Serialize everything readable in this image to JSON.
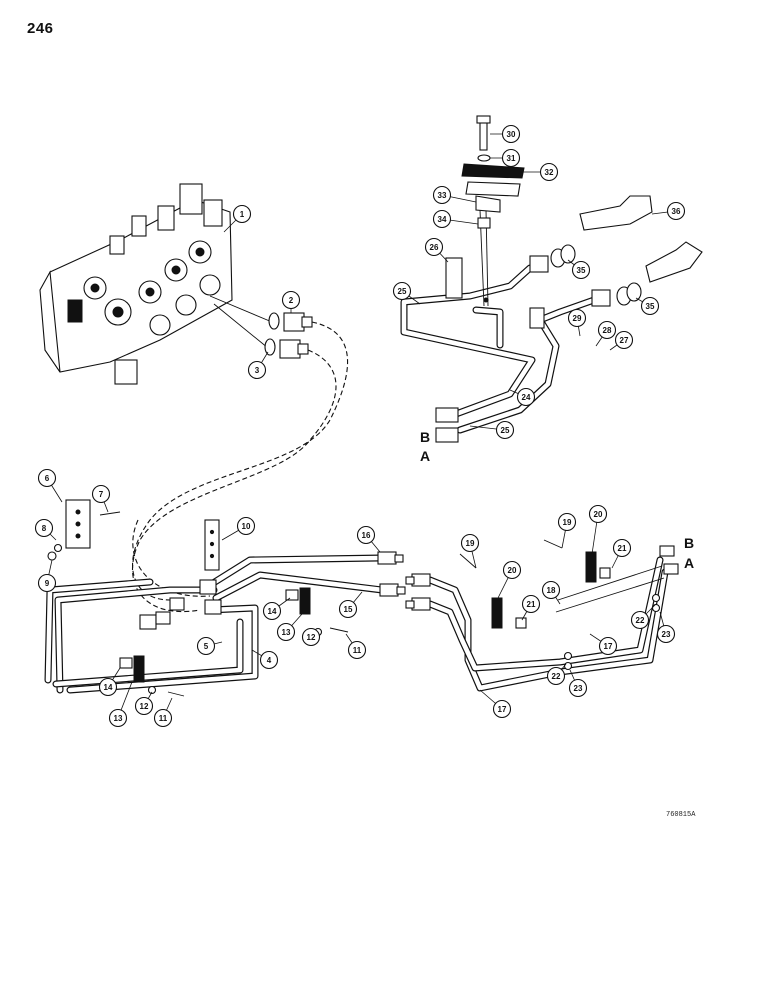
{
  "page_number": "246",
  "reference_code": "760815A",
  "end_letters": {
    "b": "B",
    "a": "A"
  },
  "callouts": [
    "1",
    "2",
    "3",
    "4",
    "5",
    "6",
    "7",
    "8",
    "9",
    "10",
    "11",
    "11",
    "12",
    "12",
    "13",
    "13",
    "14",
    "14",
    "15",
    "16",
    "17",
    "17",
    "18",
    "19",
    "19",
    "20",
    "20",
    "21",
    "21",
    "22",
    "22",
    "23",
    "23",
    "24",
    "25",
    "25",
    "26",
    "27",
    "28",
    "29",
    "30",
    "31",
    "32",
    "33",
    "34",
    "35",
    "35",
    "36"
  ]
}
